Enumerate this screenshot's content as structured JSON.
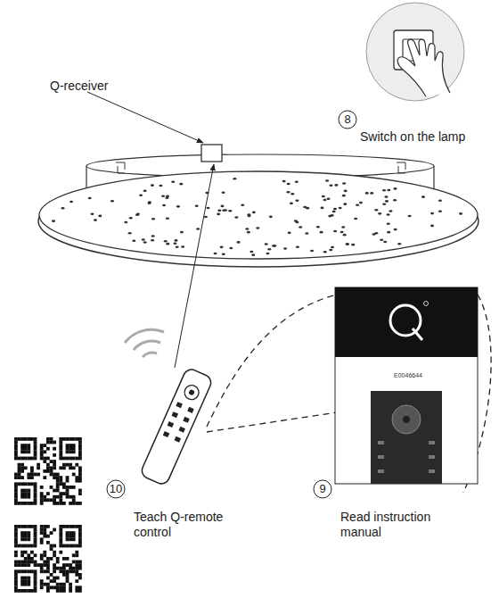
{
  "diagram": {
    "labels": [
      "Q-receiver",
      "8",
      "Switch on the lamp",
      "E0046644",
      "10",
      "Teach Q-remote control",
      "9",
      "Read instruction manual"
    ]
  }
}
